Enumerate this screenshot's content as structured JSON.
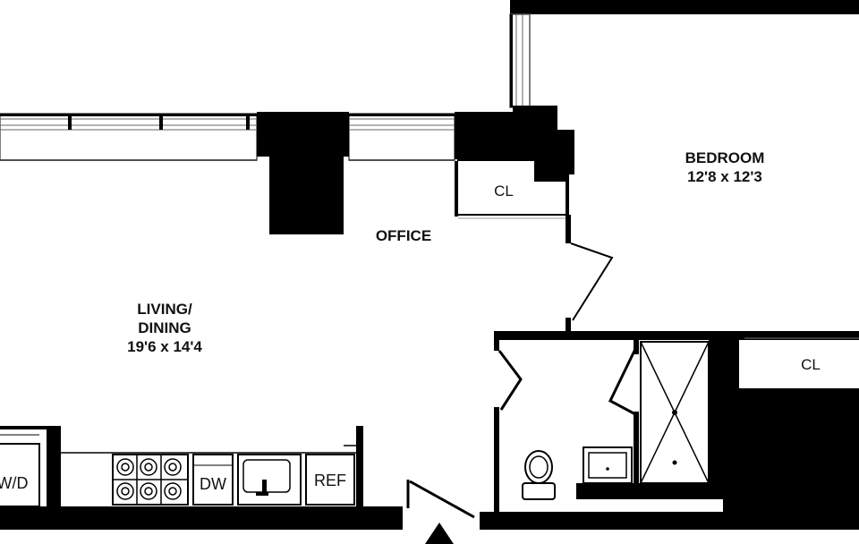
{
  "rooms": {
    "bedroom": {
      "name": "BEDROOM",
      "dims": "12'8 x 12'3"
    },
    "office": {
      "name": "OFFICE"
    },
    "living": {
      "name_line1": "LIVING/",
      "name_line2": "DINING",
      "dims": "19'6 x 14'4"
    },
    "closet_office": {
      "name": "CL"
    },
    "closet_bedroom": {
      "name": "CL"
    }
  },
  "fixtures": {
    "washer_dryer": "W/D",
    "dishwasher": "DW",
    "refrigerator": "REF"
  },
  "colors": {
    "walls": "#000000",
    "background": "#ffffff",
    "text": "#111111"
  },
  "icons": [
    "entry-arrow-icon",
    "toilet-icon",
    "sink-icon",
    "stove-icon",
    "shower-icon"
  ]
}
